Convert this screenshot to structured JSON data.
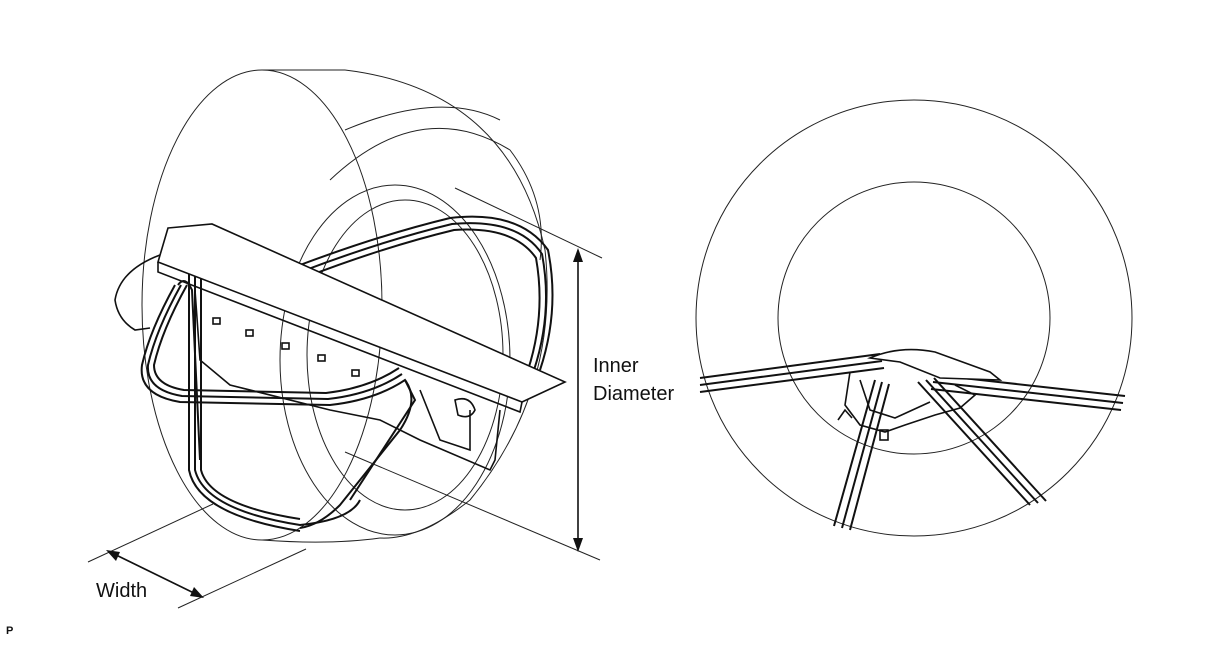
{
  "labels": {
    "inner_diameter_line1": "Inner",
    "inner_diameter_line2": "Diameter",
    "width": "Width",
    "code": "P"
  },
  "colors": {
    "line": "#111111",
    "background": "#ffffff"
  }
}
